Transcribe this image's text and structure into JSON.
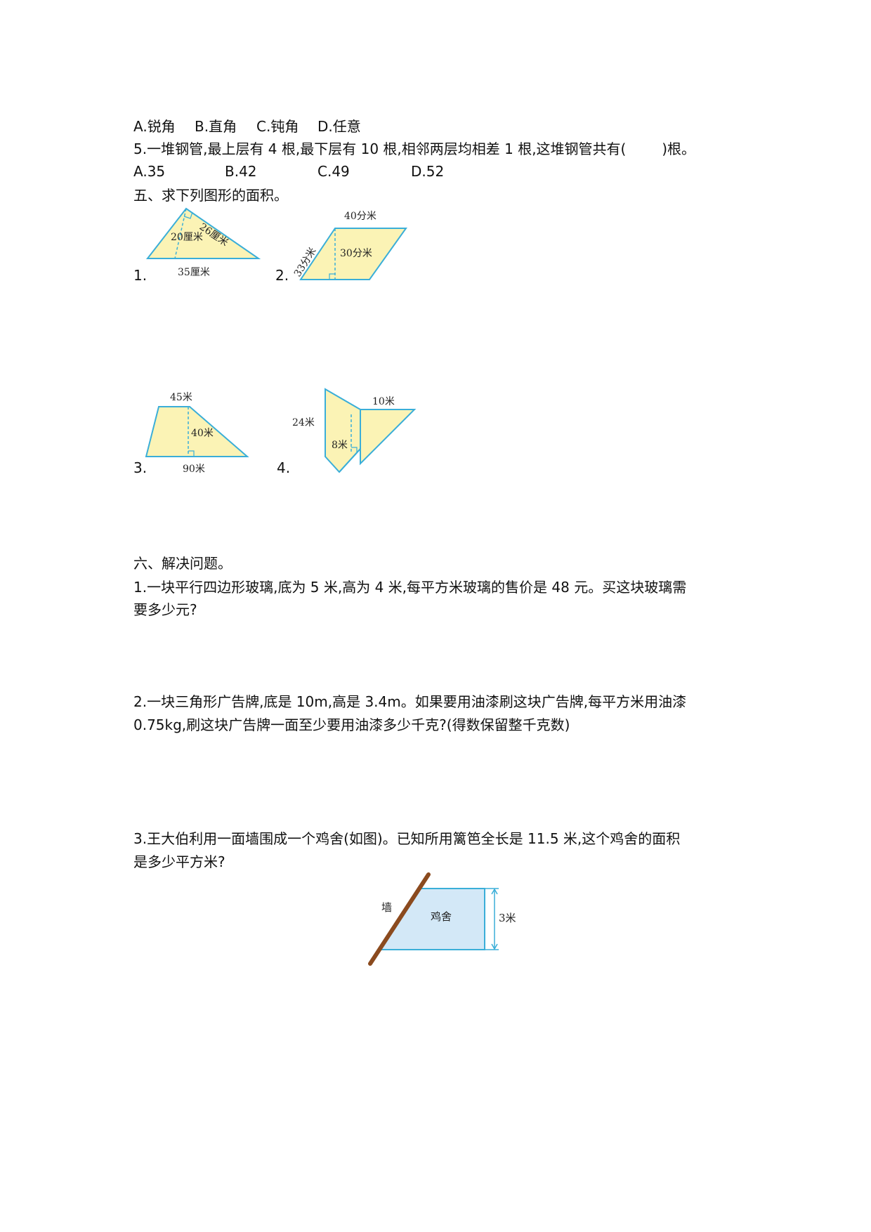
{
  "q4_options_prev": {
    "a": "A.锐角",
    "b": "B.直角",
    "c": "C.钝角",
    "d": "D.任意"
  },
  "q5": {
    "text": "5.一堆钢管,最上层有 4 根,最下层有 10 根,相邻两层均相差 1 根,这堆钢管共有(        )根。",
    "options": [
      "A.35",
      "B.42",
      "C.49",
      "D.52"
    ]
  },
  "section5": {
    "title": "五、求下列图形的面积。",
    "fig1": {
      "num": "1.",
      "side": "26厘米",
      "height": "20厘米",
      "base": "35厘米"
    },
    "fig2": {
      "num": "2.",
      "top": "40分米",
      "slant": "33分米",
      "height": "30分米"
    },
    "fig3": {
      "num": "3.",
      "top": "45米",
      "height": "40米",
      "bottom": "90米"
    },
    "fig4": {
      "num": "4.",
      "left": "24米",
      "top": "10米",
      "inner": "8米"
    }
  },
  "section6": {
    "title": "六、解决问题。",
    "p1_line1": "1.一块平行四边形玻璃,底为 5 米,高为 4 米,每平方米玻璃的售价是 48 元。买这块玻璃需",
    "p1_line2": "要多少元?",
    "p2_line1": "2.一块三角形广告牌,底是 10m,高是 3.4m。如果要用油漆刷这块广告牌,每平方米用油漆",
    "p2_line2": "0.75kg,刷这块广告牌一面至少要用油漆多少千克?(得数保留整千克数)",
    "p3_line1": "3.王大伯利用一面墙围成一个鸡舍(如图)。已知所用篱笆全长是 11.5 米,这个鸡舍的面积",
    "p3_line2": "是多少平方米?",
    "fig": {
      "wall": "墙",
      "coop": "鸡舍",
      "height": "3米"
    }
  },
  "colors": {
    "fill_yellow": "#fbf3b5",
    "stroke_blue": "#3aaed8",
    "fill_blue": "#d3e8f7",
    "wall_brown": "#8b4a1e"
  }
}
